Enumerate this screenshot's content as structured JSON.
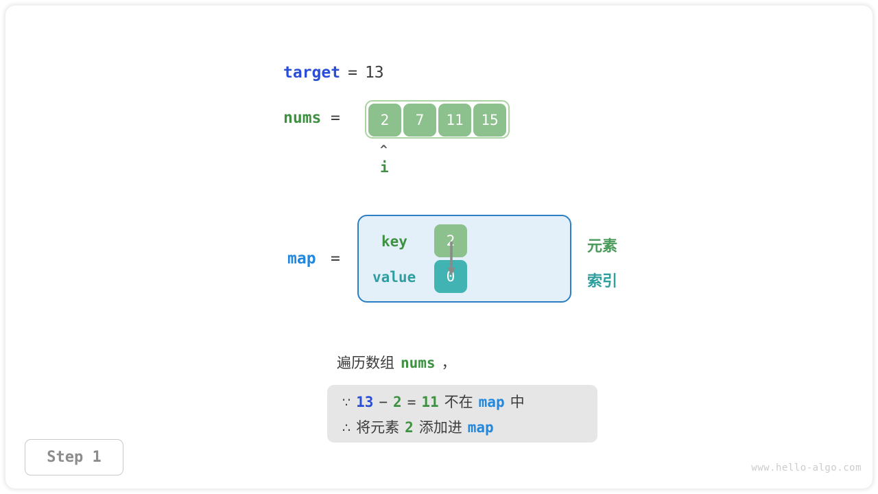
{
  "figure": {
    "step_label": "Step 1",
    "watermark": "www.hello-algo.com"
  },
  "target": {
    "name": "target",
    "equals": "=",
    "value": "13"
  },
  "nums": {
    "name": "nums",
    "equals": "=",
    "cells": [
      "2",
      "7",
      "11",
      "15"
    ],
    "pointer": {
      "caret": "^",
      "label": "i",
      "index": 0
    }
  },
  "map": {
    "name": "map",
    "equals": "=",
    "row_labels": {
      "key": "key",
      "value": "value"
    },
    "entries": [
      {
        "key": "2",
        "value": "0"
      }
    ],
    "side_labels": {
      "element": "元素",
      "index": "索引"
    }
  },
  "caption": {
    "prefix_cn": "遍历数组",
    "var": "nums",
    "suffix_cn": "，"
  },
  "reason": {
    "line1": {
      "symbol": "∵",
      "a": "13",
      "minus": "−",
      "b": "2",
      "eq": "=",
      "result": "11",
      "text_cn": "不在",
      "container": "map",
      "tail_cn": "中"
    },
    "line2": {
      "symbol": "∴",
      "text_cn": "将元素",
      "value": "2",
      "action_cn": "添加进",
      "container": "map"
    }
  },
  "colors": {
    "target_blue": "#2a4fd6",
    "map_blue": "#2288dd",
    "nums_green": "#3d9140",
    "cell_green": "#8cc08c",
    "cell_teal": "#41b3b3",
    "map_box_border": "#2a7fc4",
    "map_box_fill": "#e3f0fa",
    "reason_box_fill": "#e6e6e6",
    "element_label": "#4a9a5a",
    "index_label": "#2e9e9e",
    "step_text": "#8c8c8c",
    "watermark": "#cccccc"
  }
}
